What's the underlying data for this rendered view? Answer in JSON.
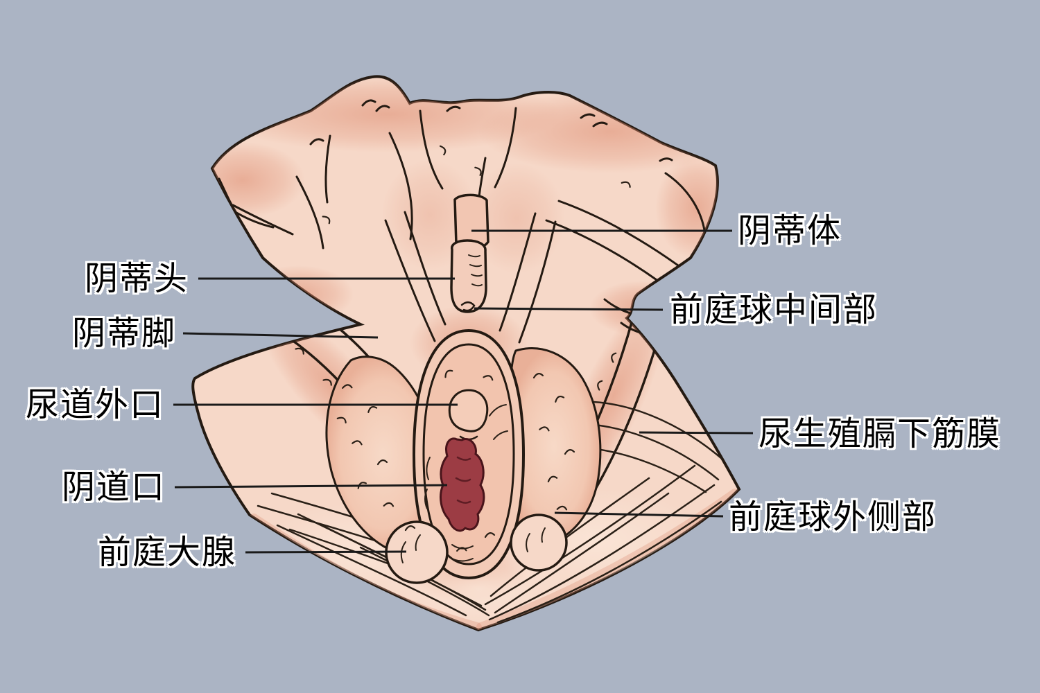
{
  "figure": {
    "type": "anatomical-diagram",
    "background_color": "#abb4c4",
    "palette": {
      "skin_base": "#f6d8c8",
      "skin_rose": "#dd8a6e",
      "skin_light": "#fbe7d9",
      "outline": "#241a12",
      "opening_fill": "#9c3c44",
      "opening_outline": "#48141a",
      "label_text": "#000000",
      "label_halo": "#ffffff",
      "leader_line": "#1a1a1a"
    },
    "labels": [
      {
        "id": "glans-clitoris",
        "text": "阴蒂头",
        "side": "left"
      },
      {
        "id": "crus-clitoris",
        "text": "阴蒂脚",
        "side": "left"
      },
      {
        "id": "external-urethral-orifice",
        "text": "尿道外口",
        "side": "left"
      },
      {
        "id": "vaginal-orifice",
        "text": "阴道口",
        "side": "left"
      },
      {
        "id": "greater-vestibular-gland",
        "text": "前庭大腺",
        "side": "left"
      },
      {
        "id": "body-of-clitoris",
        "text": "阴蒂体",
        "side": "right"
      },
      {
        "id": "intermediate-part-of-vestibular-bulb",
        "text": "前庭球中间部",
        "side": "right"
      },
      {
        "id": "inferior-fascia-of-urogenital-diaphragm",
        "text": "尿生殖膈下筋膜",
        "side": "right"
      },
      {
        "id": "lateral-part-of-vestibular-bulb",
        "text": "前庭球外侧部",
        "side": "right"
      }
    ]
  }
}
